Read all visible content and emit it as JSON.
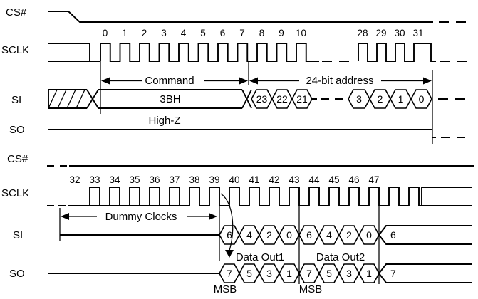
{
  "signals_top": [
    "CS#",
    "SCLK",
    "SI",
    "SO"
  ],
  "signals_bottom": [
    "CS#",
    "SCLK",
    "SI",
    "SO"
  ],
  "clocks_top": [
    "0",
    "1",
    "2",
    "3",
    "4",
    "5",
    "6",
    "7",
    "8",
    "9",
    "10",
    "28",
    "29",
    "30",
    "31"
  ],
  "clocks_bottom": [
    "32",
    "33",
    "34",
    "35",
    "36",
    "37",
    "38",
    "39",
    "40",
    "41",
    "42",
    "43",
    "44",
    "45",
    "46",
    "47"
  ],
  "labels": {
    "command": "Command",
    "address": "24-bit address",
    "instruction": "3BH",
    "high_z": "High-Z",
    "dummy_clocks": "Dummy Clocks",
    "data_out1": "Data Out1",
    "data_out2": "Data Out2",
    "msb_1": "MSB",
    "msb_2": "MSB"
  },
  "si_address_bits_high": [
    "23",
    "22",
    "21"
  ],
  "si_address_bits_low": [
    "3",
    "2",
    "1",
    "0"
  ],
  "si_data_bits": [
    "6",
    "4",
    "2",
    "0",
    "6",
    "4",
    "2",
    "0"
  ],
  "si_next_bit": "6",
  "so_data_bits": [
    "7",
    "5",
    "3",
    "1",
    "7",
    "5",
    "3",
    "1"
  ],
  "so_next_bit": "7",
  "colors": {
    "line": "#000000",
    "text": "#000000",
    "background": "#ffffff"
  }
}
